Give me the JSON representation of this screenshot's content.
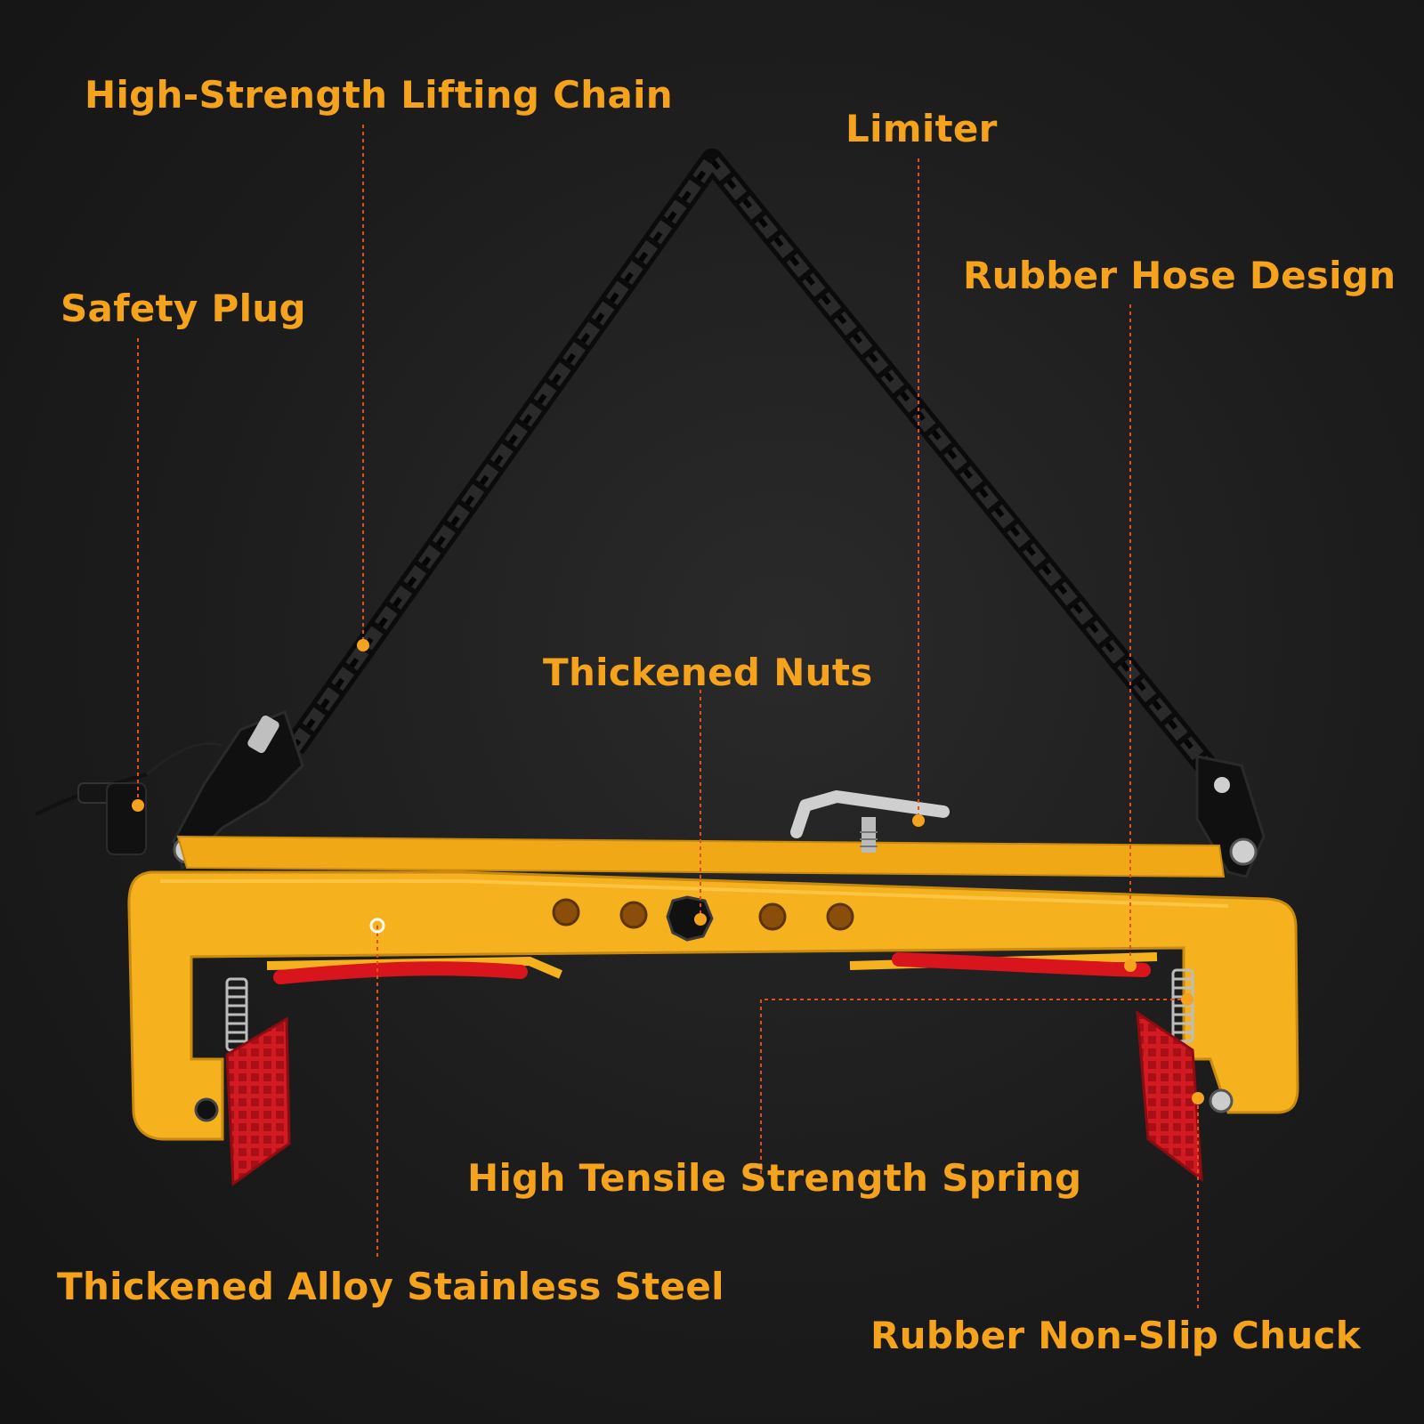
{
  "accent_color": "#f5a21c",
  "frame_color": "#f6b21e",
  "hose_color": "#d8141c",
  "chain_color": "#0d0d0d",
  "callouts": {
    "lifting_chain": "High-Strength Lifting Chain",
    "limiter": "Limiter",
    "rubber_hose": "Rubber Hose Design",
    "safety_plug": "Safety Plug",
    "thickened_nuts": "Thickened Nuts",
    "spring": "High Tensile Strength Spring",
    "alloy_steel": "Thickened Alloy Stainless Steel",
    "chuck": "Rubber Non-Slip Chuck"
  }
}
